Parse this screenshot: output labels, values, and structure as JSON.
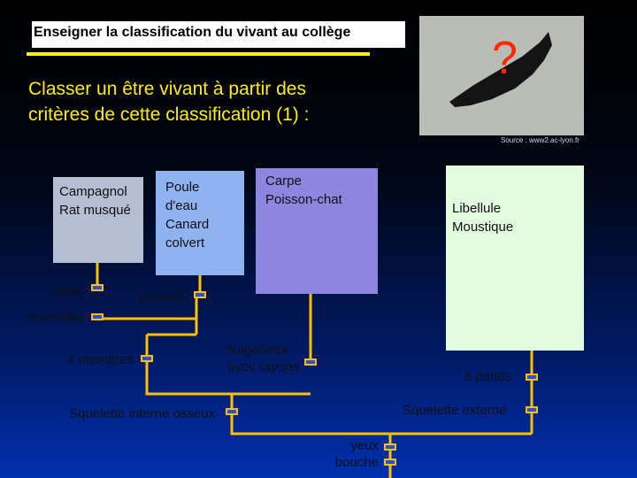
{
  "header": {
    "title": "Enseigner la classification du vivant au collège",
    "subtitle_line1": "Classer un être vivant à partir des",
    "subtitle_line2": "critères de cette classification (1) :"
  },
  "photo": {
    "question_mark": "?",
    "source": "Source : www2.ac-lyon.fr"
  },
  "boxes": {
    "mammals": [
      "Campagnol",
      "Rat musqué"
    ],
    "birds": [
      "Poule",
      "d'eau",
      "Canard",
      "colvert"
    ],
    "fish": [
      "Carpe",
      "Poisson-chat"
    ],
    "insects": [
      "Libellule",
      "Moustique"
    ]
  },
  "criteria": {
    "hair": "poils",
    "feathers": "plumes",
    "udders": "mamelles",
    "four_limbs": "4 membres",
    "rayed_fins": [
      "Nageoires",
      "avec rayons"
    ],
    "six_legs": "6 pattes",
    "internal_skeleton": "Squelette interne osseux",
    "external_skeleton": "Squelette externe",
    "eyes_mouth": [
      "yeux",
      "bouche"
    ]
  },
  "colors": {
    "background": "#000000",
    "accent_yellow": "#ffee00",
    "tree_line": "#ffc000",
    "attribute_marker": "#2a4fd9",
    "question_mark": "#ff2a00"
  }
}
